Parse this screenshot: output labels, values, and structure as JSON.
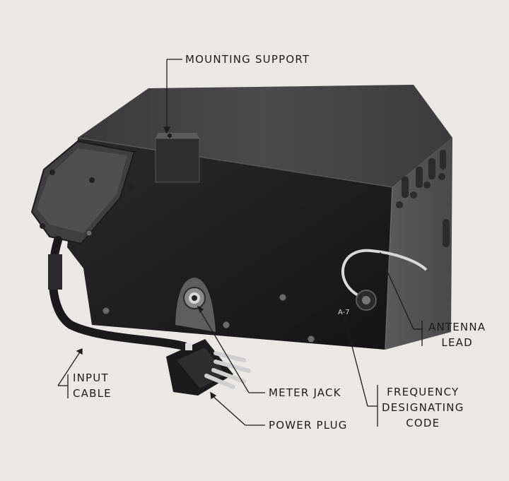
{
  "labels": {
    "mounting_support": "MOUNTING SUPPORT",
    "antenna_lead": {
      "line1": "ANTENNA",
      "line2": "LEAD"
    },
    "input_cable": {
      "line1": "INPUT",
      "line2": "CABLE"
    },
    "meter_jack": "METER JACK",
    "frequency_code": {
      "line1": "FREQUENCY",
      "line2": "DESIGNATING",
      "line3": "CODE"
    },
    "power_plug": "POWER PLUG",
    "code_marking": "A-7"
  }
}
